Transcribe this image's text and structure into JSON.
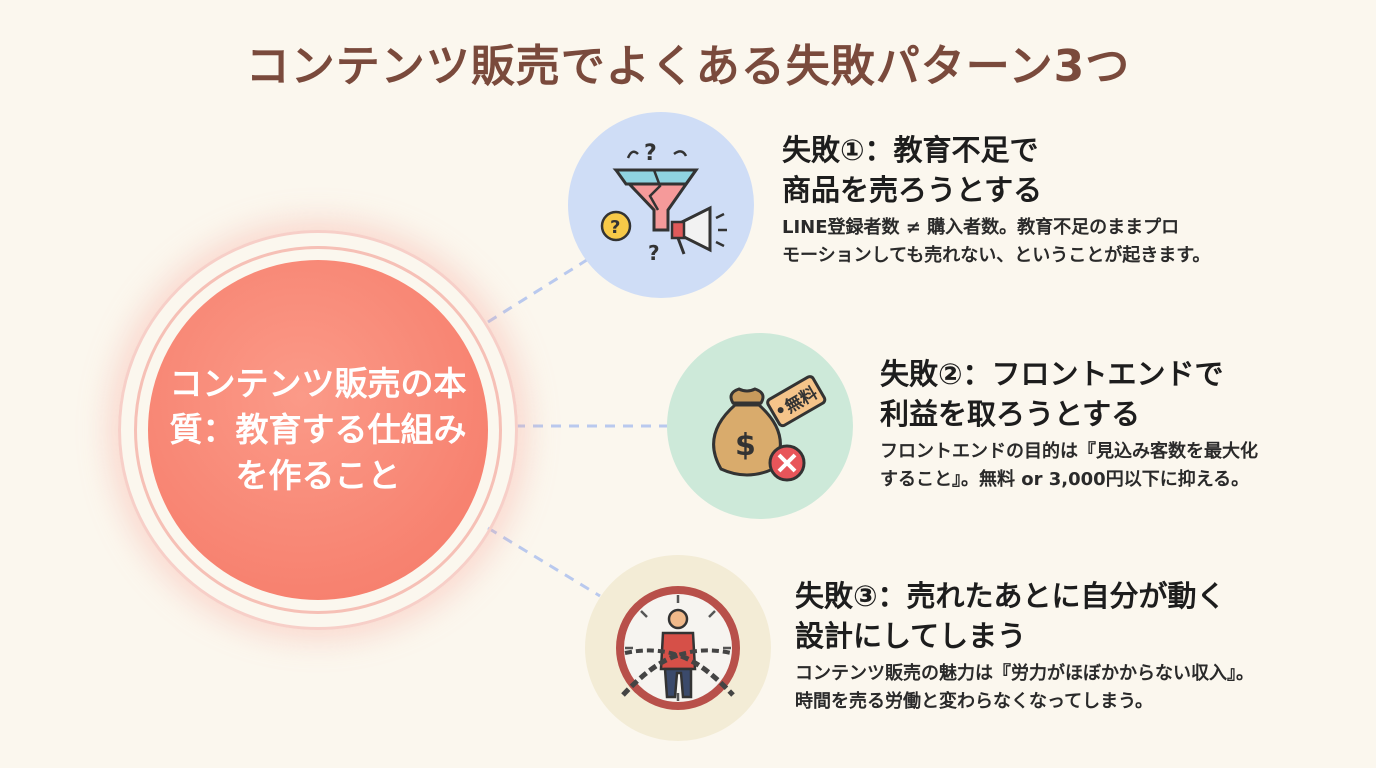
{
  "title": "コンテンツ販売でよくある失敗パターン3つ",
  "hub": {
    "lines": [
      "コンテンツ販売の本",
      "質：教育する仕組み",
      "を作ること"
    ]
  },
  "items": [
    {
      "title_lines": [
        "失敗①：教育不足で",
        "商品を売ろうとする"
      ],
      "desc_lines": [
        "LINE登録者数 ≠ 購入者数。教育不足のままプロ",
        "モーションしても売れない、ということが起きます。"
      ],
      "icon": "funnel-megaphone-icon"
    },
    {
      "title_lines": [
        "失敗②：フロントエンドで",
        "利益を取ろうとする"
      ],
      "desc_lines": [
        "フロントエンドの目的は『見込み客数を最大化",
        "すること』。無料 or 3,000円以下に抑える。"
      ],
      "icon": "money-bag-icon",
      "tag_text": "無料"
    },
    {
      "title_lines": [
        "失敗③：売れたあとに自分が動く",
        "設計にしてしまう"
      ],
      "desc_lines": [
        "コンテンツ販売の魅力は『労力がほぼかからない収入』。",
        "時間を売る労働と変わらなくなってしまう。"
      ],
      "icon": "chained-clock-icon"
    }
  ],
  "colors": {
    "background": "#fbf7ee",
    "title": "#7a4a3c",
    "hub": "#f78270",
    "circle1": "#cfddf6",
    "circle2": "#cde9d9",
    "circle3": "#f3ecd6",
    "connector": "#b9c9ee"
  }
}
